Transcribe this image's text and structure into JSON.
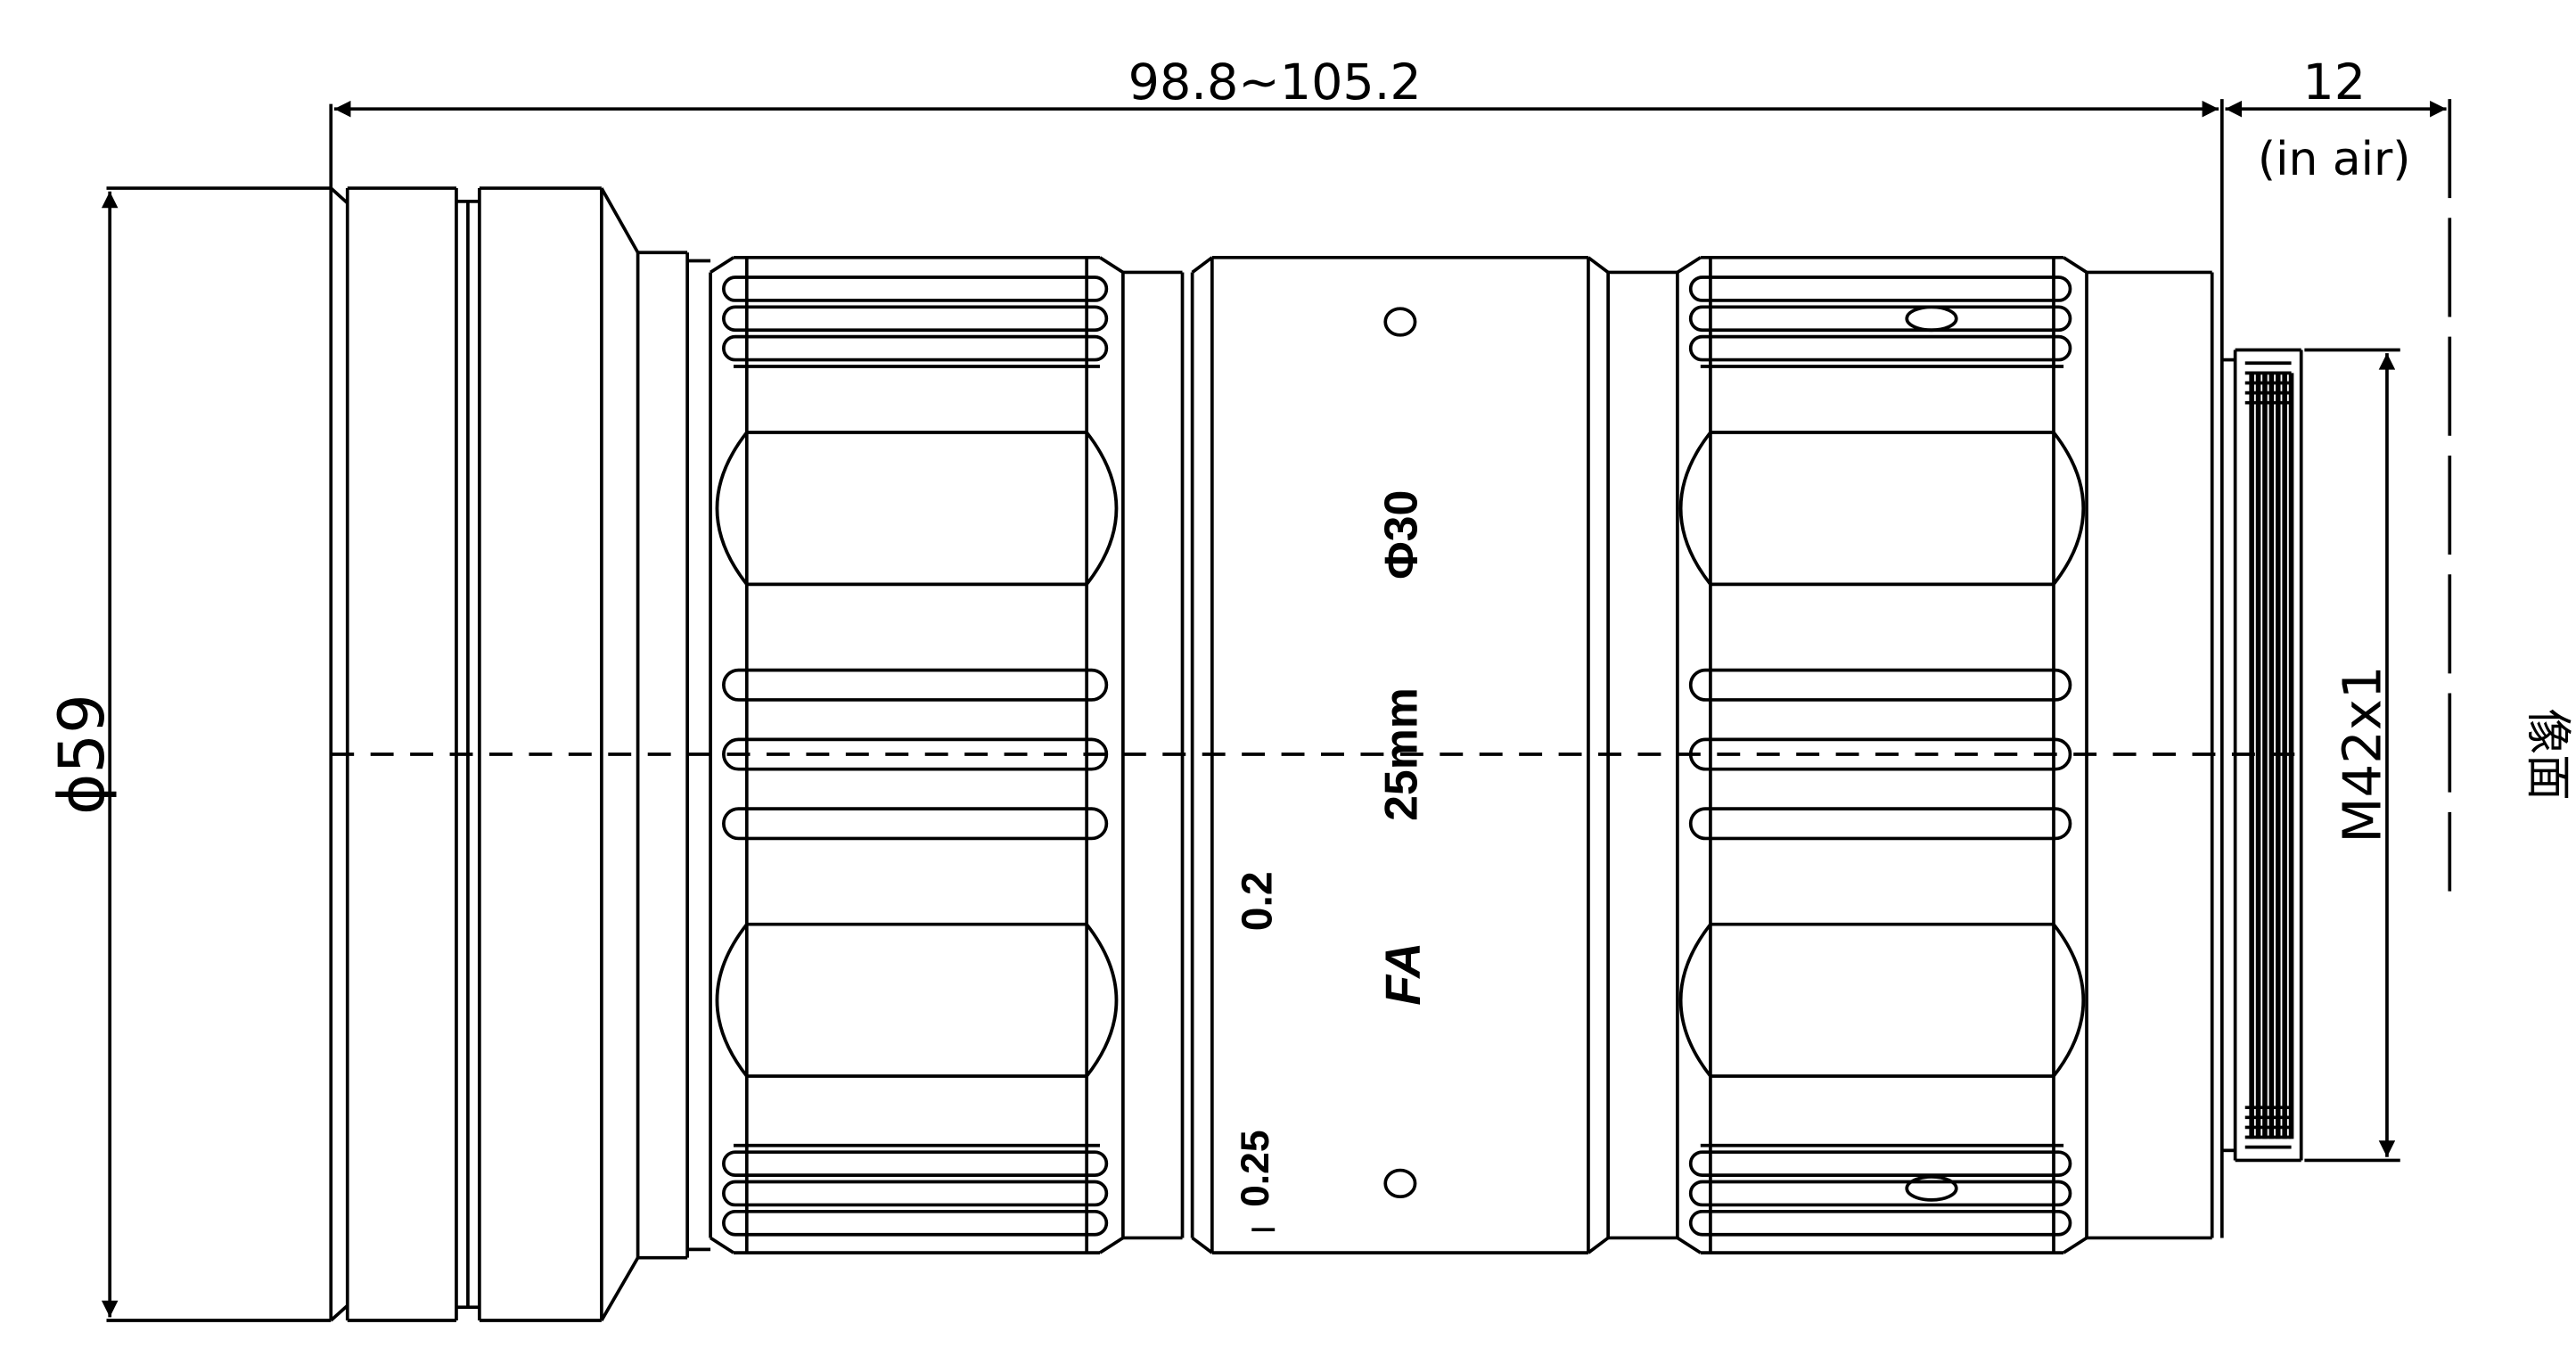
{
  "dimensions": {
    "overall_length": "98.8~105.2",
    "back_focal_value": "12",
    "back_focal_note": "(in air)",
    "front_diameter": "ϕ59",
    "mount_thread": "M42x1",
    "image_plane": "像面"
  },
  "barrel_markings": {
    "aperture_diameter": "Φ30",
    "focal_length": "25mm",
    "series": "FA",
    "scale_top": "0.2",
    "scale_bottom": "0.25"
  },
  "colors": {
    "line": "#000000",
    "background": "#ffffff"
  }
}
